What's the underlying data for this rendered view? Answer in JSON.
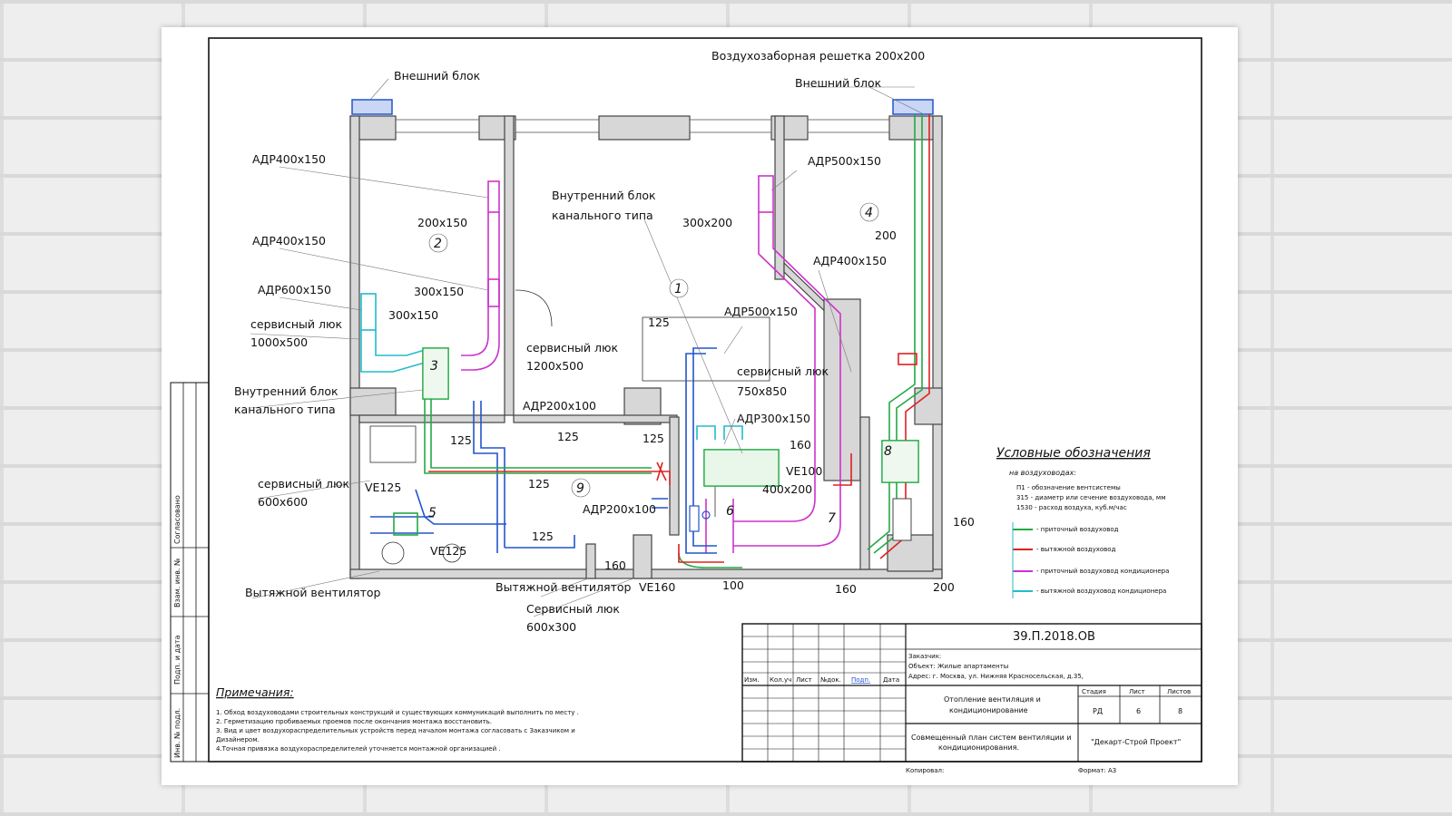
{
  "labels": {
    "outdoor_unit_left": "Внешний блок",
    "outdoor_unit_right": "Внешний блок",
    "air_intake": "Воздухозаборная решетка 200х200",
    "adr_400_150_a": "АДР400х150",
    "adr_400_150_b": "АДР400х150",
    "adr_600_150": "АДР600х150",
    "service_hatch_1000": "сервисный люк",
    "service_hatch_1000_size": "1000х500",
    "indoor_unit_left": "Внутренний блок",
    "indoor_unit_left_type": "канального типа",
    "service_hatch_600": "сервисный люк",
    "service_hatch_600_size": "600х600",
    "exhaust_fan_left": "Вытяжной вентилятор",
    "dim_200_150": "200х150",
    "dim_300_150_a": "300х150",
    "dim_300_150_b": "300х150",
    "indoor_unit_center": "Внутренний блок",
    "indoor_unit_center_type": "канального типа",
    "service_hatch_1200": "сервисный люк",
    "service_hatch_1200_size": "1200х500",
    "adr_200_100_a": "АДР200х100",
    "adr_200_100_b": "АДР200х100",
    "d125_a": "125",
    "d125_b": "125",
    "d125_c": "125",
    "d125_d": "125",
    "d125_e": "125",
    "d125_f": "125",
    "ve125_a": "VE125",
    "ve125_b": "VE125",
    "exhaust_fan_center": "Вытяжной вентилятор",
    "service_hatch_600_300": "Сервисный люк",
    "service_hatch_600_300_size": "600х300",
    "d160_a": "160",
    "ve160": "VE160",
    "d100_a": "100",
    "adr_500_150_a": "АДР500х150",
    "dim_300_200": "300х200",
    "d200_a": "200",
    "adr_400_150_c": "АДР400х150",
    "adr_500_150_b": "АДР500х150",
    "service_hatch_750": "сервисный люк",
    "service_hatch_750_size": "750х850",
    "adr_300_150": "АДР300х150",
    "d160_b": "160",
    "ve100": "VE100",
    "dim_400_200": "400х200",
    "d160_c": "160",
    "d160_d": "160",
    "d200_b": "200"
  },
  "zones": [
    "1",
    "2",
    "3",
    "4",
    "5",
    "6",
    "7",
    "8",
    "9"
  ],
  "legend": {
    "title": "Условные обозначения",
    "subtitle": "на воздуховодах:",
    "notes": [
      "П1 - обозначение вентсистемы",
      "315 - диаметр или сечение воздуховода, мм",
      "1530 - расход воздуха, куб.м/час"
    ],
    "items": [
      {
        "label": "- приточный воздуховод",
        "color": "#22aa44"
      },
      {
        "label": "- вытяжной воздуховод",
        "color": "#e02020"
      },
      {
        "label": "- приточный воздуховод кондиционера",
        "color": "#cc33cc"
      },
      {
        "label": "- вытяжной воздуховод кондиционера",
        "color": "#22bbcc"
      }
    ]
  },
  "notes": {
    "title": "Примечания:",
    "lines": [
      "1. Обход воздуховодами строительных конструкций и существующих коммуникаций выполнить по месту .",
      "2. Герметизацию пробиваемых проемов после окончания монтажа восстановить.",
      "3. Вид и цвет воздухораспределительных устройств перед началом монтажа согласовать с Заказчиком и",
      "Дизайнером.",
      "4.Точная привязка воздухораспределителей уточняется монтажной организацией ."
    ]
  },
  "stamp": {
    "code": "39.П.2018.ОВ",
    "customer": "Заказчик:",
    "object": "Объект: Жилые апартаменты",
    "address": "Адрес: г. Москва, ул. Нижняя Красносельская, д.35,",
    "col_headers": [
      "Изм.",
      "Кол.уч",
      "Лист",
      "№док.",
      "Подп.",
      "Дата"
    ],
    "section_title_1": "Отопление вентиляция и",
    "section_title_2": "кондиционирование",
    "stage_headers": [
      "Стадия",
      "Лист",
      "Листов"
    ],
    "stage_values": [
      "РД",
      "6",
      "8"
    ],
    "plan_title_1": "Совмещенный план систем вентиляции и",
    "plan_title_2": "кондиционирования.",
    "company": "\"Декарт-Строй Проект\"",
    "copied": "Копировал:",
    "format": "Формат: А3"
  },
  "side_stamp": [
    "Согласовано",
    "Взам. инв. №",
    "Подп. и дата",
    "Инв. № подл."
  ],
  "colors": {
    "supply": "#22aa44",
    "exhaust": "#e02020",
    "ac_supply": "#cc33cc",
    "ac_exhaust": "#22bbcc",
    "vent_exhaust": "#2255cc"
  }
}
